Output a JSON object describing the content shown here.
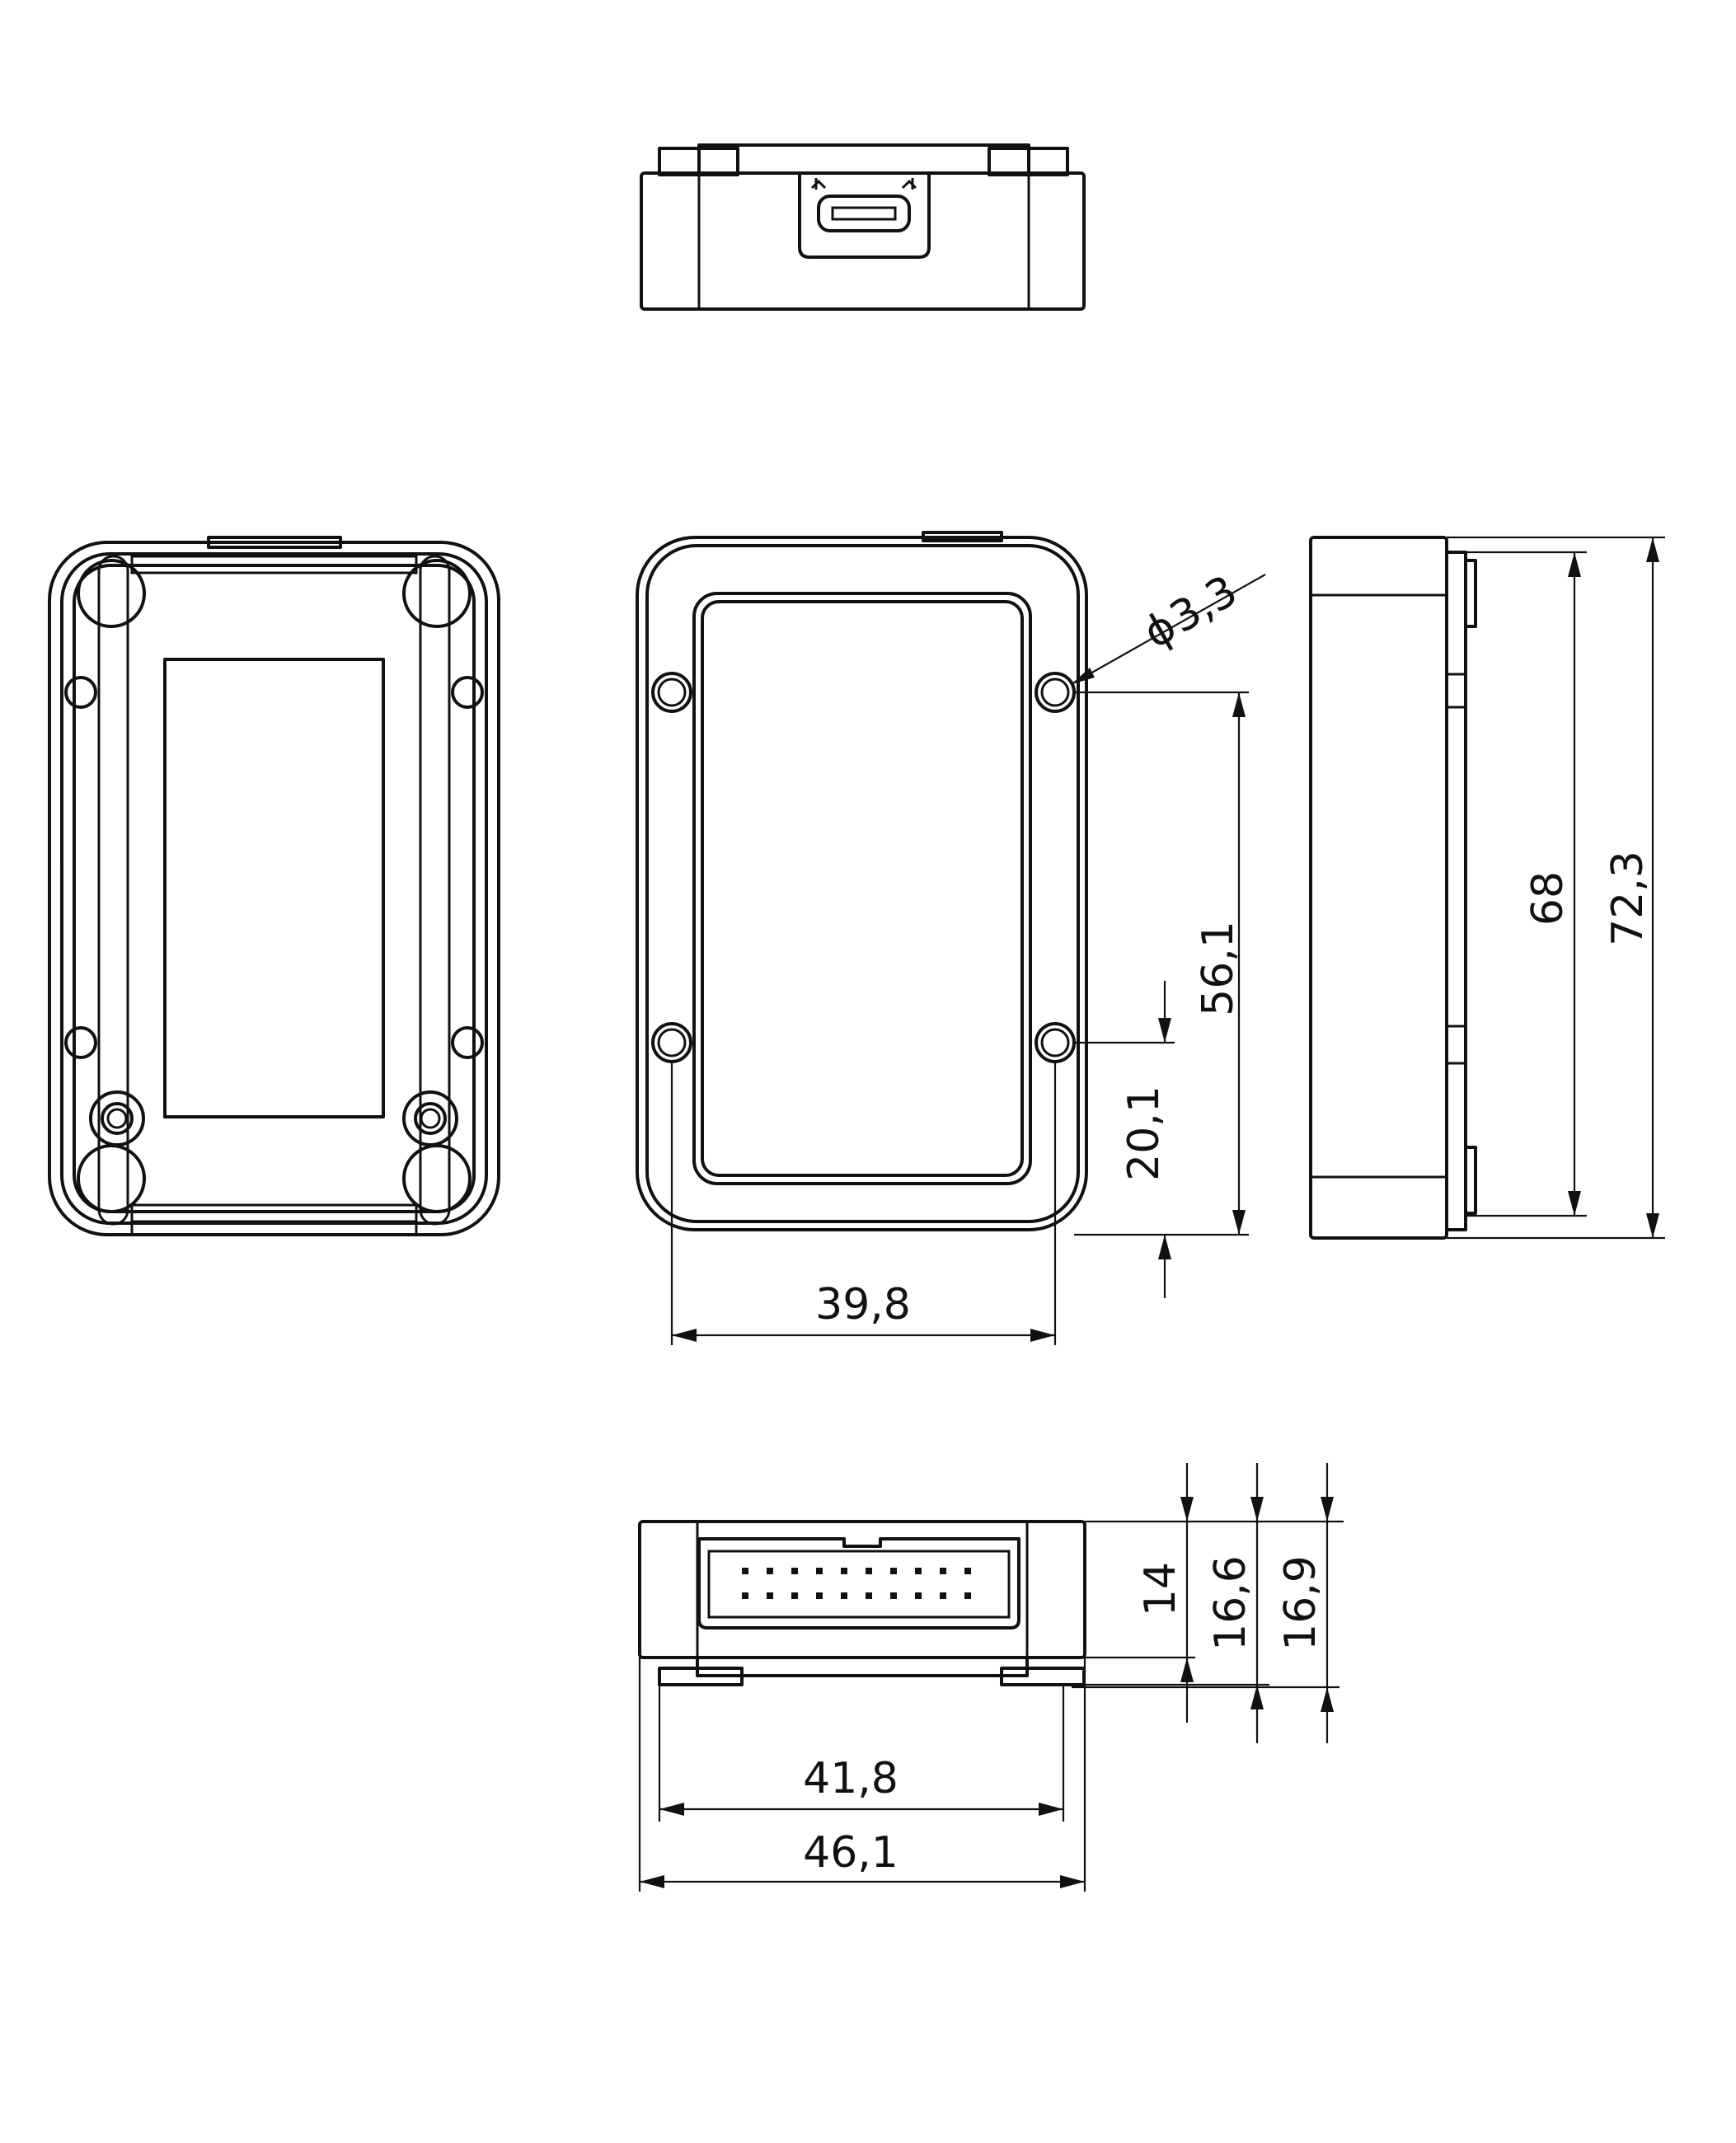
{
  "dimensions": {
    "hole_diameter": "3,3",
    "hole_diameter_symbol": "ϕ",
    "hole_spacing_vertical": "56,1",
    "hole_to_bottom": "20,1",
    "inner_height": "68",
    "outer_height": "72,3",
    "hole_spacing_horizontal": "39,8",
    "depth_body": "14",
    "depth_with_base": "16,6",
    "depth_total": "16,9",
    "width_inner": "41,8",
    "width_outer": "46,1"
  },
  "colors": {
    "line": "#111111",
    "background": "#ffffff"
  }
}
